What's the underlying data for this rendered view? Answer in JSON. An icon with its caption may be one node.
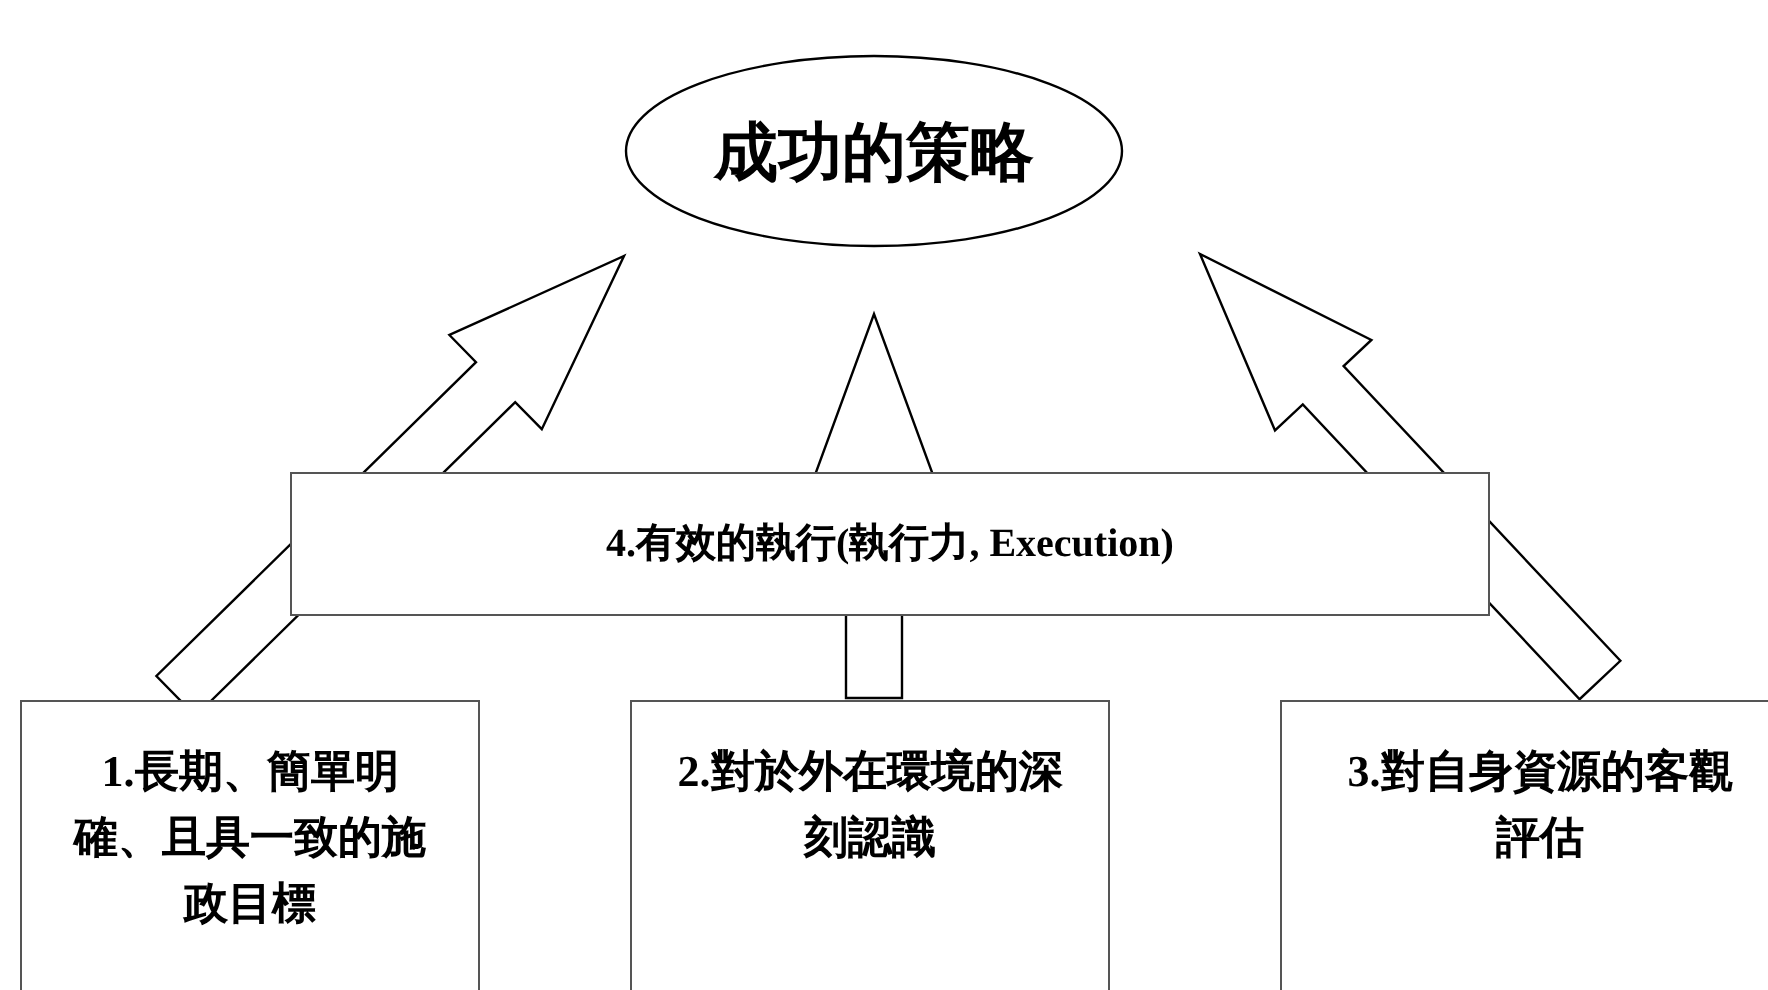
{
  "diagram": {
    "nodes": [
      {
        "text": [
          "成功的策略"
        ]
      },
      {
        "text": [
          "4.有效的執行(執行力, Execution)"
        ]
      },
      {
        "text": [
          "1.長期、簡單明確、且具一致的施政目標"
        ]
      },
      {
        "text": [
          "2.對於外在環境的深刻認識"
        ]
      },
      {
        "text": [
          "3.對自身資源的客觀評估"
        ]
      }
    ],
    "edges": [
      {
        "from": 2,
        "to": 0,
        "arrow": "to"
      },
      {
        "from": 3,
        "to": 0,
        "arrow": "to"
      },
      {
        "from": 4,
        "to": 0,
        "arrow": "to"
      }
    ]
  }
}
